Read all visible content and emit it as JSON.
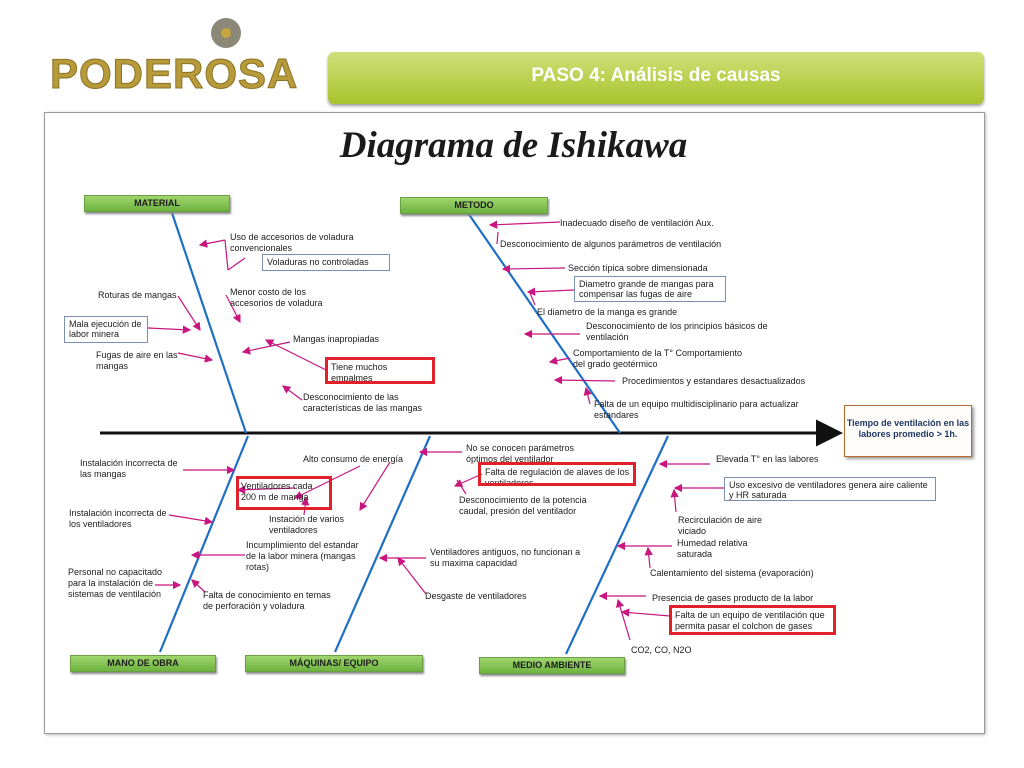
{
  "header": {
    "logo_text": "PODEROSA",
    "step_title": "PASO 4: Análisis de causas"
  },
  "diagram": {
    "title": "Diagrama de Ishikawa",
    "effect": "Tiempo de ventilación en las labores promedio > 1h.",
    "categories": {
      "material": "MATERIAL",
      "metodo": "METODO",
      "mano_de_obra": "MANO DE OBRA",
      "maquinas": "MÁQUINAS/ EQUIPO",
      "medio_ambiente": "MEDIO AMBIENTE"
    },
    "material": {
      "c1": "Uso de accesorios de voladura convencionales",
      "c2": "Voladuras no controladas",
      "c3": "Roturas de mangas",
      "c4": "Menor costo de los accesorios de voladura",
      "c5": "Mala ejecución de labor minera",
      "c6": "Mangas inapropiadas",
      "c7": "Fugas de aire en las mangas",
      "c8": "Tiene muchos empalmes",
      "c9": "Desconocimiento de las características de las mangas"
    },
    "metodo": {
      "c1": "Inadecuado diseño de ventilación Aux.",
      "c2": "Desconocimiento de algunos parámetros de ventilación",
      "c3": "Sección típica sobre dimensionada",
      "c4": "Diametro grande de mangas para compensar las fugas de aire",
      "c5": "El diametro de la manga es grande",
      "c6": "Desconocimiento de los principios básicos de ventilación",
      "c7": "Comportamiento de la T° Comportamiento del grado geotérmico",
      "c8": "Procedimientos y estandares desactualizados",
      "c9": "Falta de un equipo multidisciplinario para actualizar estandares"
    },
    "mano_de_obra": {
      "c1": "Instalación incorrecta de las mangas",
      "c2": "Ventiladores cada 200 m de manga",
      "c3": "Instación de varios ventiladores",
      "c4": "Instalación incorrecta de los ventiladores",
      "c5": "Incumplimiento del estandar de la labor minera (mangas rotas)",
      "c6": "Personal no capacitado para la instalación de sistemas de ventilación",
      "c7": "Falta de conocimiento en temas de perforación y voladura",
      "c8": "Alto consumo de energía"
    },
    "maquinas": {
      "c1": "No se conocen parámetros óptimos del ventilador",
      "c2": "Falta de regulación de alaves de los ventiladores",
      "c3": "Desconocimiento de la potencia caudal, presión del ventilador",
      "c4": "Ventiladores antiguos, no funcionan a su maxima capacidad",
      "c5": "Desgaste de ventiladores"
    },
    "medio_ambiente": {
      "c1": "Elevada T° en las labores",
      "c2": "Uso excesivo de ventiladores genera aire caliente y HR saturada",
      "c3": "Recirculación de aire viciado",
      "c4": "Humedad relativa saturada",
      "c5": "Calentamiento del sistema (evaporación)",
      "c6": "Presencia de gases producto de la labor",
      "c7": "Falta de un equipo de ventilación que permita pasar el colchon de gases",
      "c8": "CO2, CO, N2O"
    }
  }
}
